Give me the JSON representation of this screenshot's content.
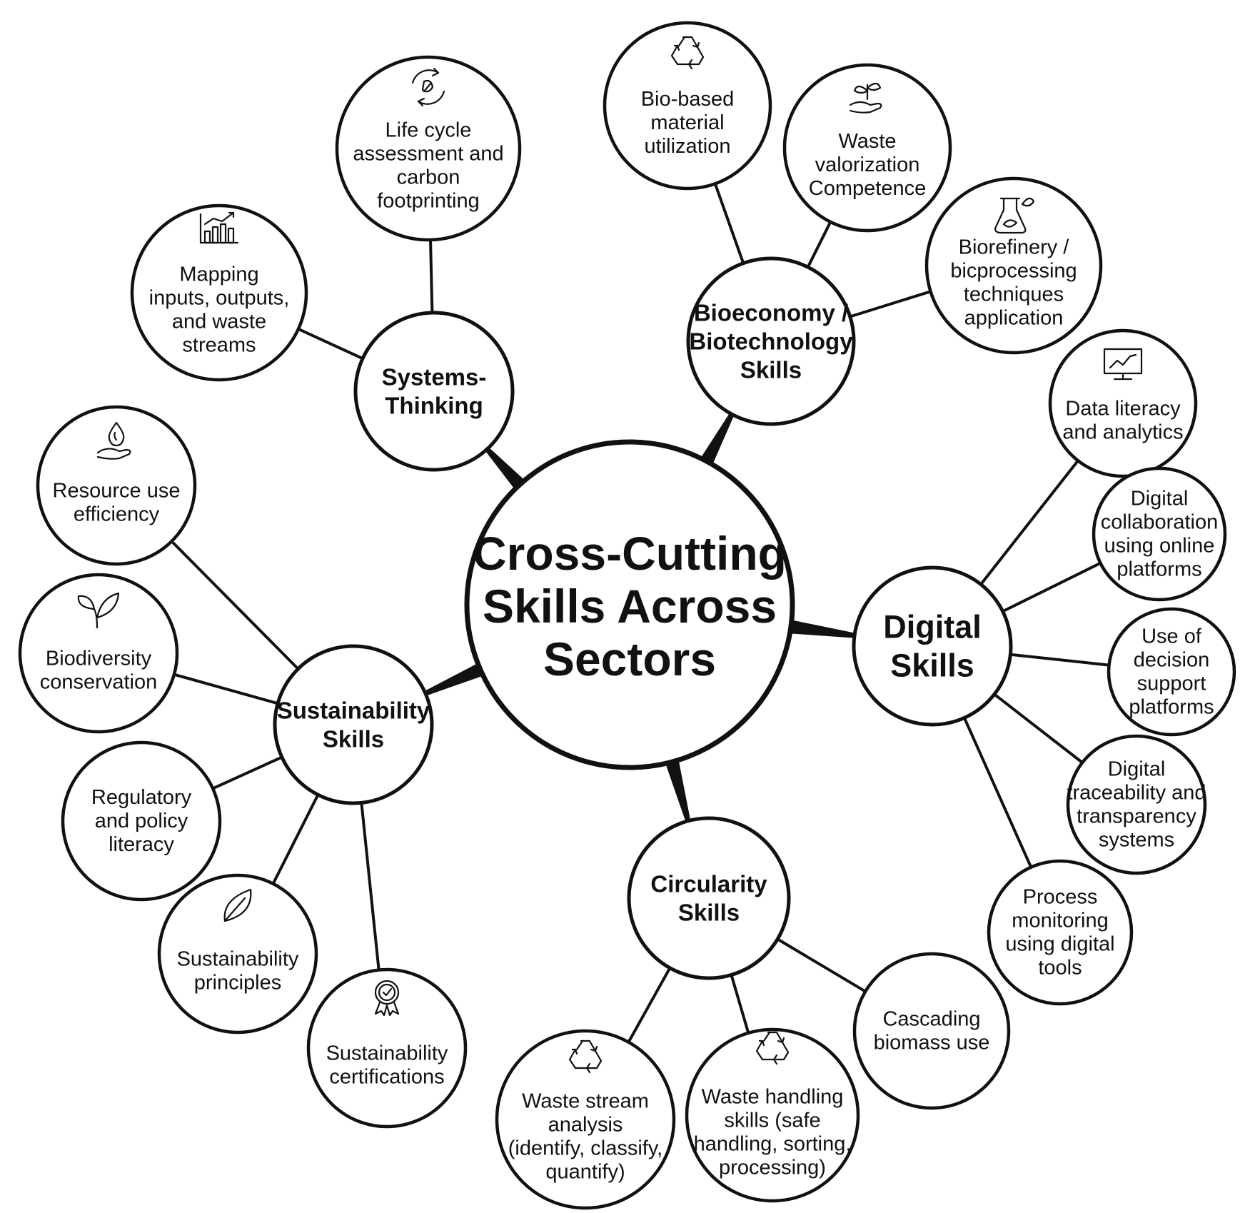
{
  "center": {
    "lines": [
      "Cross-Cutting",
      "Skills Across",
      "Sectors"
    ]
  },
  "categories": {
    "systems_thinking": {
      "lines": [
        "Systems-",
        "Thinking"
      ]
    },
    "bioeconomy": {
      "lines": [
        "Bioeconomy /",
        "Biotechnology",
        "Skills"
      ]
    },
    "digital": {
      "lines": [
        "Digital",
        "Skills"
      ]
    },
    "circularity": {
      "lines": [
        "Circularity",
        "Skills"
      ]
    },
    "sustainability": {
      "lines": [
        "Sustainability",
        "Skills"
      ]
    }
  },
  "skills": {
    "mapping": {
      "lines": [
        "Mapping",
        "inputs, outputs,",
        "and waste",
        "streams"
      ],
      "icon": "bar-chart-icon"
    },
    "life_cycle": {
      "lines": [
        "Life cycle",
        "assessment and",
        "carbon",
        "footprinting"
      ],
      "icon": "cycle-arrows-icon"
    },
    "bio_based": {
      "lines": [
        "Bio-based",
        "material",
        "utilization"
      ],
      "icon": "recycle-icon"
    },
    "waste_valorization": {
      "lines": [
        "Waste",
        "valorization",
        "Competence"
      ],
      "icon": "sprout-hand-icon"
    },
    "biorefinery": {
      "lines": [
        "Biorefinery /",
        "bicprocessing",
        "techniques",
        "application"
      ],
      "icon": "flask-leaf-icon"
    },
    "data_literacy": {
      "lines": [
        "Data literacy",
        "and analytics"
      ],
      "icon": "monitor-chart-icon"
    },
    "digital_collaboration": {
      "lines": [
        "Digital",
        "collaboration",
        "using online",
        "platforms"
      ]
    },
    "decision_support": {
      "lines": [
        "Use of",
        "decision",
        "support",
        "platforms"
      ]
    },
    "traceability": {
      "lines": [
        "Digital",
        "traceability and",
        "transparency",
        "systems"
      ]
    },
    "process_monitoring": {
      "lines": [
        "Process",
        "monitoring",
        "using digital",
        "tools"
      ]
    },
    "cascading": {
      "lines": [
        "Cascading",
        "biomass use"
      ]
    },
    "waste_handling": {
      "lines": [
        "Waste handling",
        "skills (safe",
        "handling, sorting,",
        "processing)"
      ],
      "icon": "recycle-icon"
    },
    "waste_stream": {
      "lines": [
        "Waste stream",
        "analysis",
        "(identify, classify,",
        "quantify)"
      ],
      "icon": "recycle-icon"
    },
    "certifications": {
      "lines": [
        "Sustainability",
        "certifications"
      ],
      "icon": "award-badge-icon"
    },
    "principles": {
      "lines": [
        "Sustainability",
        "principles"
      ],
      "icon": "leaf-icon"
    },
    "regulatory": {
      "lines": [
        "Regulatory",
        "and policy",
        "literacy"
      ]
    },
    "biodiversity": {
      "lines": [
        "Biodiversity",
        "conservation"
      ],
      "icon": "two-leaves-icon"
    },
    "resource_use": {
      "lines": [
        "Resource use",
        "efficiency"
      ],
      "icon": "water-drop-hand-icon"
    }
  }
}
